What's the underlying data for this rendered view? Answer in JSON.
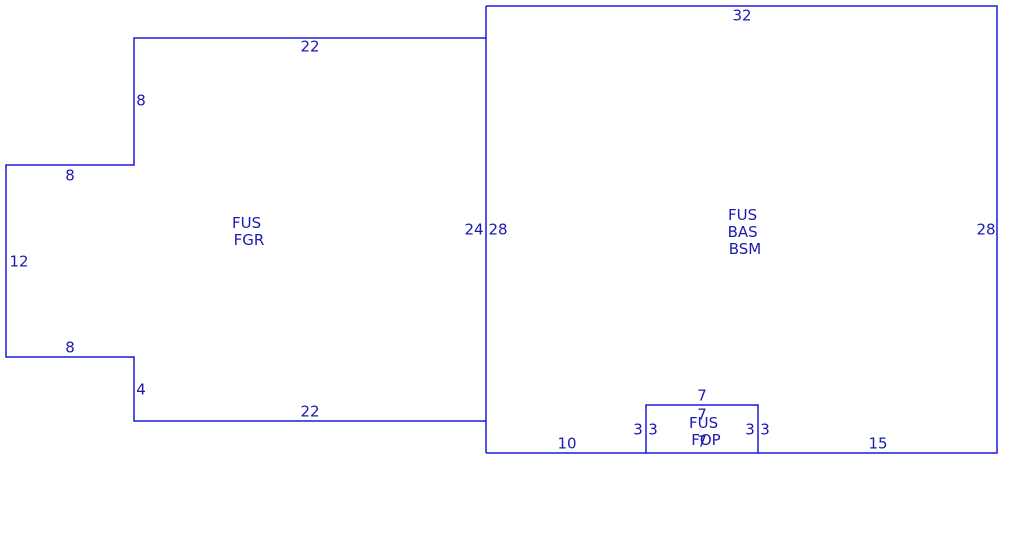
{
  "colors": {
    "line": "#1a1adf",
    "text": "#1a1ab0",
    "background": "#ffffff"
  },
  "areas": {
    "garage": {
      "lines": [
        "FUS",
        "FGR"
      ]
    },
    "base": {
      "lines": [
        "FUS",
        "BAS",
        "BSM"
      ]
    },
    "porch": {
      "lines": [
        "FUS",
        "FOP"
      ]
    }
  },
  "dimensions": {
    "garage_top": "22",
    "garage_upper_left": "8",
    "garage_step_top": "8",
    "garage_left": "12",
    "garage_step_bottom": "8",
    "garage_lower_left": "4",
    "garage_bottom": "22",
    "garage_right": "24",
    "base_top": "32",
    "base_left": "28",
    "base_right": "28",
    "base_bottom_left": "10",
    "base_bottom_right": "15",
    "porch_top": "7",
    "porch_top_inner": "7",
    "porch_bottom": "7",
    "porch_left_outer": "3",
    "porch_left_inner": "3",
    "porch_right_outer": "3",
    "porch_right_inner": "3"
  }
}
